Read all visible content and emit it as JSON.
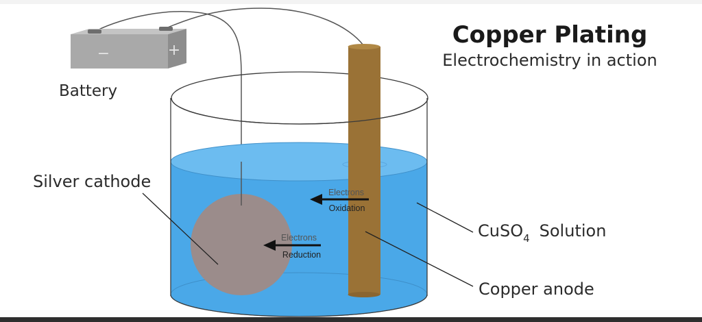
{
  "title": "Copper Plating",
  "subtitle": "Electrochemistry in action",
  "battery": {
    "label": "Battery",
    "minus": "−",
    "plus": "+"
  },
  "labels": {
    "silver_cathode": "Silver cathode",
    "solution_prefix": "CuSO",
    "solution_sub": "4",
    "solution_suffix": "Solution",
    "copper_anode": "Copper anode"
  },
  "arrows": {
    "top_electrons": "Electrons",
    "top_process": "Oxidation",
    "bottom_electrons": "Electrons",
    "bottom_process": "Reduction"
  },
  "colors": {
    "solution": "#4aa8e8",
    "solution_top": "#6cbcf0",
    "anode": "#9a7236",
    "cathode": "#9b8c8b",
    "battery": "#a9a9a9"
  }
}
